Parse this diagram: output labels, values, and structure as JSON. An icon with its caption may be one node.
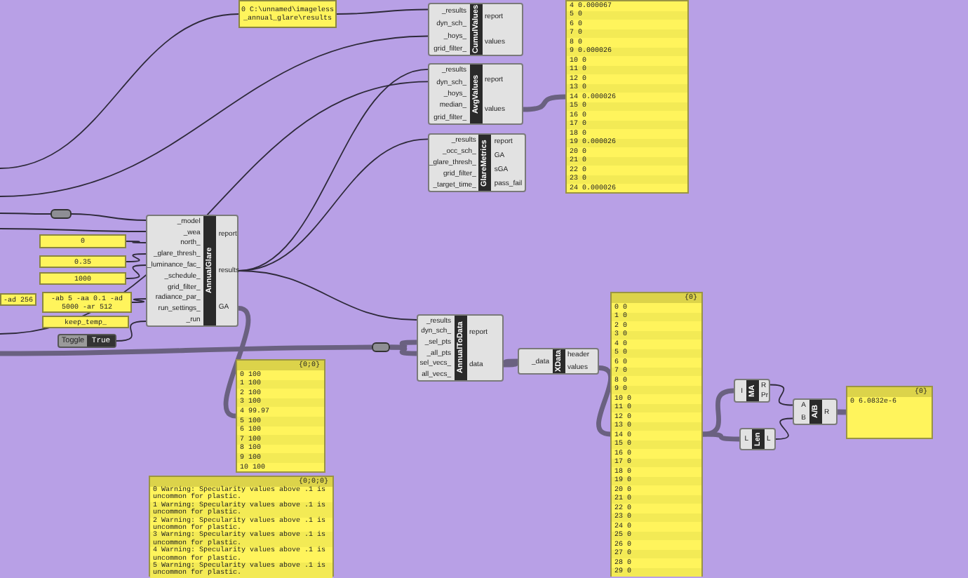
{
  "diagram": {
    "nodes": [
      {
        "text": [
          "0 C:\\unnamed\\imageless _annual_glare\\results"
        ]
      },
      {
        "text": [
          "_results",
          "dyn_sch_",
          "_hoys_",
          "grid_filter_",
          "CumulValues",
          "report",
          "values"
        ]
      },
      {
        "text": [
          "_results",
          "dyn_sch_",
          "_hoys_",
          "median_",
          "grid_filter_",
          "AvgValues",
          "report",
          "values"
        ]
      },
      {
        "text": [
          "_results",
          "_occ_sch_",
          "_glare_thresh_",
          "grid_filter_",
          "_target_time_",
          "GlareMetrics",
          "report",
          "GA",
          "sGA",
          "pass_fail"
        ]
      },
      {
        "text": [
          "4 0.000067",
          "5 0",
          "6 0",
          "7 0",
          "8 0",
          "9 0.000026",
          "10 0",
          "11 0",
          "12 0",
          "13 0",
          "14 0.000026",
          "15 0",
          "16 0",
          "17 0",
          "18 0",
          "19 0.000026",
          "20 0",
          "21 0",
          "22 0",
          "23 0",
          "24 0.000026"
        ]
      },
      {
        "text": [],
        "shape": "cylinder"
      },
      {
        "text": [
          "0"
        ]
      },
      {
        "text": [
          "0.35"
        ]
      },
      {
        "text": [
          "1000"
        ]
      },
      {
        "text": [
          "-ad 256"
        ]
      },
      {
        "text": [
          "-ab 5 -aa 0.1 -ad 5000 -ar 512"
        ]
      },
      {
        "text": [
          "keep_temp_"
        ]
      },
      {
        "text": [
          "Toggle",
          "True"
        ]
      },
      {
        "text": [
          "_model",
          "_wea",
          "north_",
          "_glare_thresh_",
          "_luminance_fac_",
          "_schedule_",
          "grid_filter_",
          "radiance_par_",
          "run_settings_",
          "_run",
          "AnnualGlare",
          "report",
          "results",
          "GA"
        ]
      },
      {
        "text": [
          "{0;0}",
          "0 100",
          "1 100",
          "2 100",
          "3 100",
          "4 99.97",
          "5 100",
          "6 100",
          "7 100",
          "8 100",
          "9 100",
          "10 100"
        ]
      },
      {
        "text": [],
        "shape": "cylinder"
      },
      {
        "text": [
          "_results",
          "dyn_sch_",
          "_sel_pts",
          "_all_pts",
          "sel_vecs_",
          "all_vecs_",
          "AnnualToData",
          "report",
          "data"
        ]
      },
      {
        "text": [
          "_data",
          "XData",
          "header",
          "values"
        ]
      },
      {
        "text": [
          "{0}",
          "0 0",
          "1 0",
          "2 0",
          "3 0",
          "4 0",
          "5 0",
          "6 0",
          "7 0",
          "8 0",
          "9 0",
          "10 0",
          "11 0",
          "12 0",
          "13 0",
          "14 0",
          "15 0",
          "16 0",
          "17 0",
          "18 0",
          "19 0",
          "20 0",
          "21 0",
          "22 0",
          "23 0",
          "24 0",
          "25 0",
          "26 0",
          "27 0",
          "28 0",
          "29 0"
        ]
      },
      {
        "text": [
          "I",
          "MA",
          "R",
          "Pr"
        ]
      },
      {
        "text": [
          "L",
          "Len",
          "L"
        ]
      },
      {
        "text": [
          "A",
          "B",
          "A/B",
          "R"
        ]
      },
      {
        "text": [
          "{0}",
          "0 6.0832e-6"
        ]
      },
      {
        "text": [
          "{0;0;0}",
          "0 Warning: Specularity values above .1 is uncommon for plastic.",
          "1 Warning: Specularity values above .1 is uncommon for plastic.",
          "2 Warning: Specularity values above .1 is uncommon for plastic.",
          "3 Warning: Specularity values above .1 is uncommon for plastic.",
          "4 Warning: Specularity values above .1 is uncommon for plastic.",
          "5 Warning: Specularity values above .1 is uncommon for plastic."
        ]
      }
    ],
    "edges": [
      {
        "from": 0,
        "to": 1,
        "arrow": "none"
      },
      {
        "from": 13,
        "to": 2,
        "arrow": "none"
      },
      {
        "from": 13,
        "to": 3,
        "arrow": "none"
      },
      {
        "from": 13,
        "to": 16,
        "arrow": "none"
      },
      {
        "from": 2,
        "to": 4,
        "arrow": "none",
        "style": "thick"
      },
      {
        "from": 13,
        "to": 14,
        "arrow": "none",
        "style": "thick"
      },
      {
        "from": null,
        "to": 5,
        "arrow": "none"
      },
      {
        "from": 5,
        "to": 13,
        "arrow": "none"
      },
      {
        "from": null,
        "to": 13,
        "arrow": "none"
      },
      {
        "from": 6,
        "to": 13,
        "arrow": "none"
      },
      {
        "from": 7,
        "to": 13,
        "arrow": "none"
      },
      {
        "from": 8,
        "to": 13,
        "arrow": "none"
      },
      {
        "from": 10,
        "to": 13,
        "arrow": "none"
      },
      {
        "from": 12,
        "to": 13,
        "arrow": "none"
      },
      {
        "from": null,
        "to": 15,
        "arrow": "none",
        "style": "thick"
      },
      {
        "from": 15,
        "to": 16,
        "arrow": "none",
        "style": "thick"
      },
      {
        "from": 15,
        "to": 16,
        "arrow": "none",
        "style": "thick"
      },
      {
        "from": 16,
        "to": 17,
        "arrow": "none",
        "style": "thick"
      },
      {
        "from": 17,
        "to": 18,
        "arrow": "none",
        "style": "thick"
      },
      {
        "from": 18,
        "to": 19,
        "arrow": "none",
        "style": "thick"
      },
      {
        "from": 18,
        "to": 20,
        "arrow": "none",
        "style": "thick"
      },
      {
        "from": 19,
        "to": 21,
        "arrow": "none"
      },
      {
        "from": 20,
        "to": 21,
        "arrow": "none"
      },
      {
        "from": 21,
        "to": 22,
        "arrow": "none",
        "style": "thick"
      },
      {
        "from": null,
        "to": 1,
        "arrow": "none"
      },
      {
        "from": null,
        "to": 2,
        "arrow": "none"
      },
      {
        "from": null,
        "to": 0,
        "arrow": "none"
      }
    ]
  }
}
